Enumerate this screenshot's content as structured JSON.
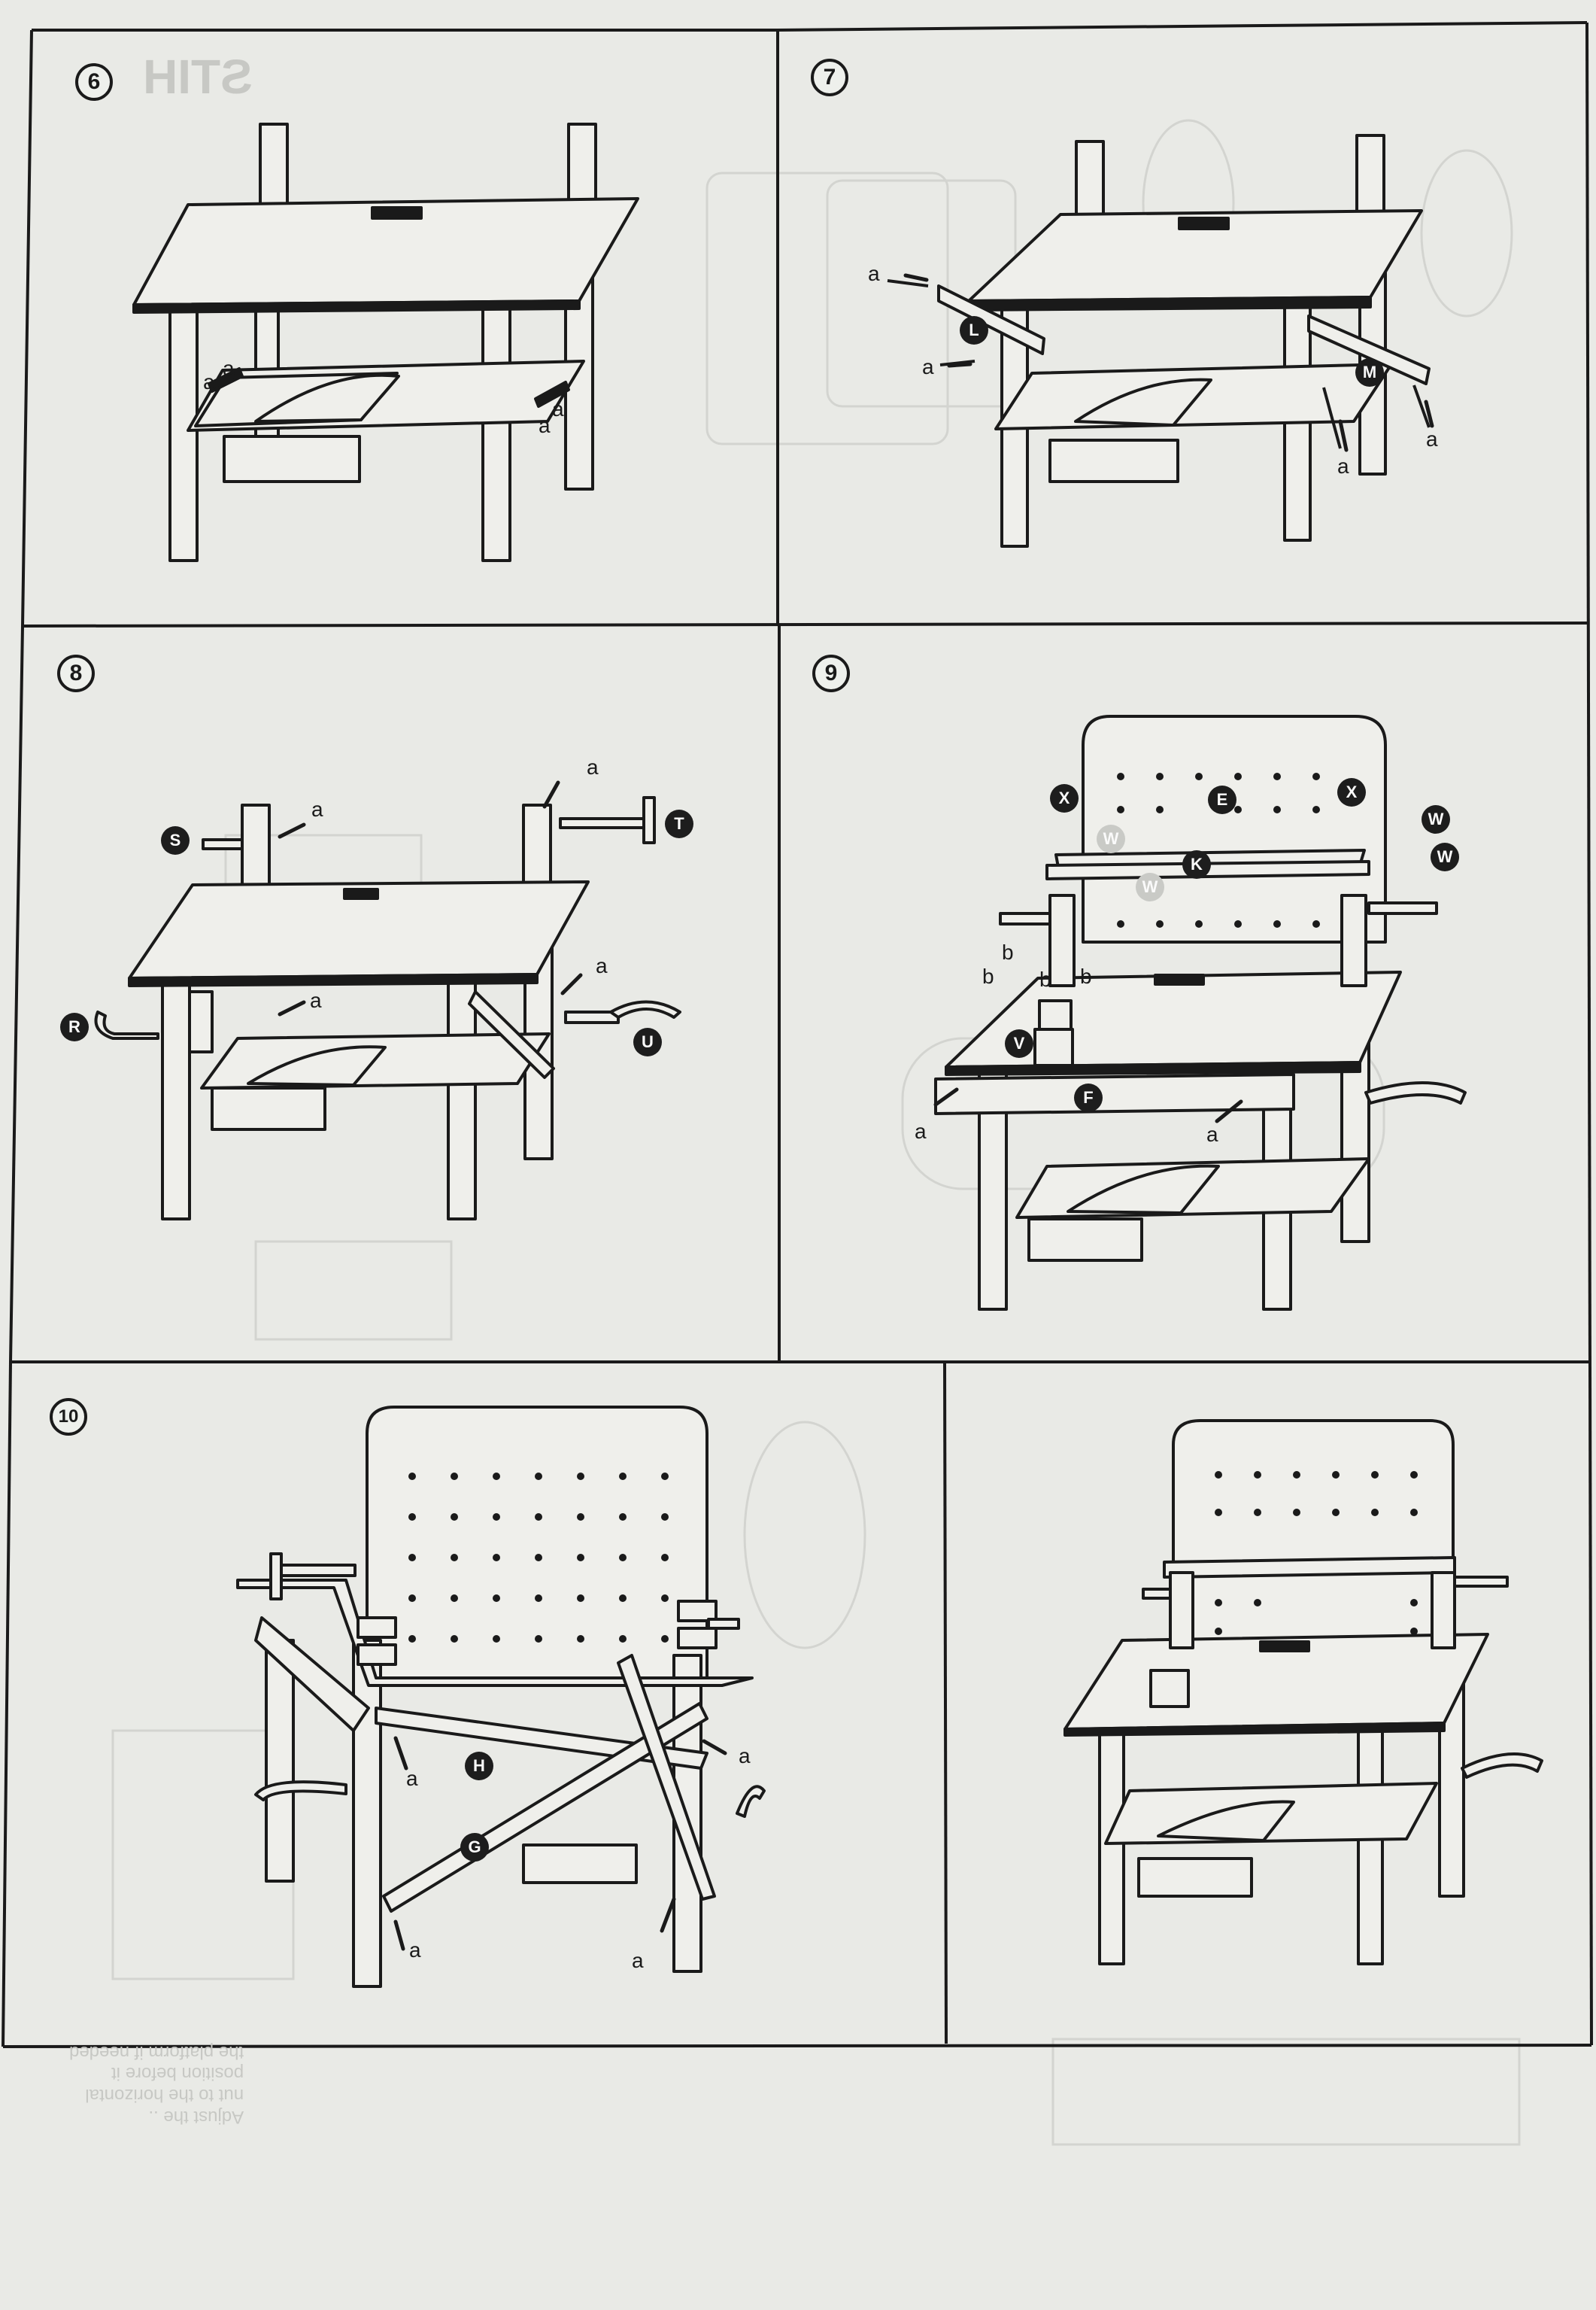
{
  "steps": [
    {
      "number": "6"
    },
    {
      "number": "7"
    },
    {
      "number": "8"
    },
    {
      "number": "9"
    },
    {
      "number": "10"
    },
    {
      "number": ""
    }
  ],
  "parts": {
    "E": "E",
    "F": "F",
    "G": "G",
    "H": "H",
    "K": "K",
    "L": "L",
    "M": "M",
    "R": "R",
    "S": "S",
    "T": "T",
    "U": "U",
    "V": "V",
    "W": "W",
    "X": "X"
  },
  "screws": {
    "a": "a",
    "b": "b"
  },
  "bleed_text": {
    "stih": "STIH",
    "mirrored_note": "Adjust the ..\nnut to the horizontal\nposition before it\nthe platform if needed"
  },
  "colors": {
    "paper": "#e9eae6",
    "ink": "#1a1a1a",
    "ghost": "#c7c8c4"
  }
}
